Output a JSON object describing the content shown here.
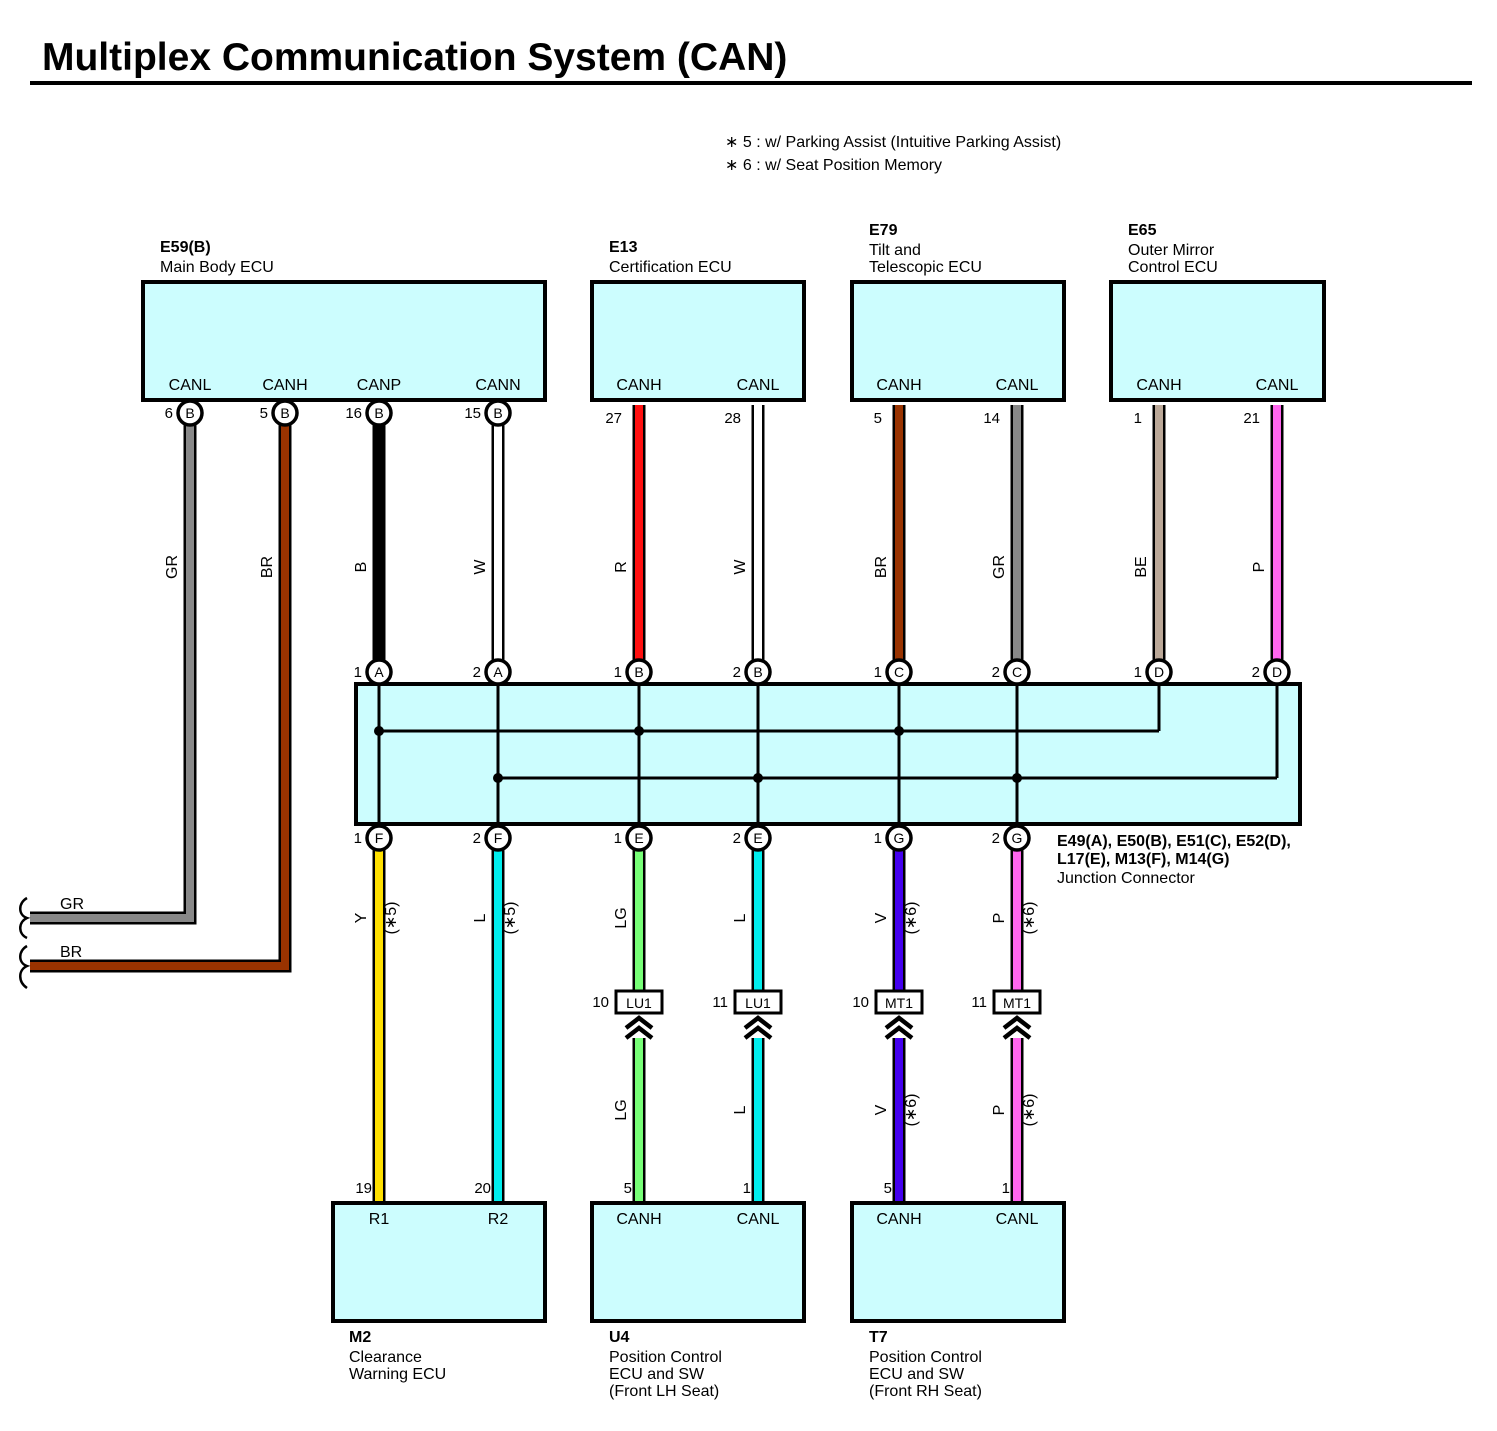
{
  "title": "Multiplex Communication System (CAN)",
  "notes": [
    "∗ 5 : w/ Parking Assist (Intuitive Parking Assist)",
    "∗ 6 : w/ Seat Position Memory"
  ],
  "colors": {
    "ecu_fill": "#ccfdfe",
    "GR": "#888888",
    "BR": "#993300",
    "B": "#000000",
    "W": "#ffffff",
    "R": "#ff1010",
    "BE": "#bba898",
    "P": "#ff66ee",
    "Y": "#ffe000",
    "L": "#00eeee",
    "LG": "#77ff77",
    "V": "#4400ee"
  },
  "ecus": {
    "e59": {
      "code": "E59(B)",
      "name1": "Main Body ECU",
      "name2": "",
      "name3": "",
      "terminals": [
        "CANL",
        "CANH",
        "CANP",
        "CANN"
      ]
    },
    "e13": {
      "code": "E13",
      "name1": "Certification ECU",
      "name2": "",
      "name3": "",
      "terminals": [
        "CANH",
        "CANL"
      ]
    },
    "e79": {
      "code": "E79",
      "name1": "Tilt and",
      "name2": "Telescopic ECU",
      "name3": "",
      "terminals": [
        "CANH",
        "CANL"
      ]
    },
    "e65": {
      "code": "E65",
      "name1": "Outer Mirror",
      "name2": "Control ECU",
      "name3": "",
      "terminals": [
        "CANH",
        "CANL"
      ]
    },
    "m2": {
      "code": "M2",
      "name1": "Clearance",
      "name2": "Warning ECU",
      "name3": "",
      "terminals": [
        "R1",
        "R2"
      ]
    },
    "u4": {
      "code": "U4",
      "name1": "Position Control",
      "name2": "ECU and SW",
      "name3": "(Front LH Seat)",
      "terminals": [
        "CANH",
        "CANL"
      ]
    },
    "t7": {
      "code": "T7",
      "name1": "Position Control",
      "name2": "ECU and SW",
      "name3": "(Front RH Seat)",
      "terminals": [
        "CANH",
        "CANL"
      ]
    }
  },
  "junction": {
    "line1": "E49(A), E50(B), E51(C), E52(D),",
    "line2": "L17(E), M13(F), M14(G)",
    "name": "Junction Connector"
  },
  "wires": [
    {
      "id": "w-e59-canl",
      "color": "GR",
      "label": "GR",
      "note": "",
      "pin_top": "6",
      "conn_top": "B",
      "pin_bot": "",
      "conn_bot": ""
    },
    {
      "id": "w-e59-canh",
      "color": "BR",
      "label": "BR",
      "note": "",
      "pin_top": "5",
      "conn_top": "B",
      "pin_bot": "",
      "conn_bot": ""
    },
    {
      "id": "w-e59-canp",
      "color": "B",
      "label": "B",
      "note": "",
      "pin_top": "16",
      "conn_top": "B",
      "pin_bot": "1",
      "conn_bot": "A"
    },
    {
      "id": "w-e59-cann",
      "color": "W",
      "label": "W",
      "note": "",
      "pin_top": "15",
      "conn_top": "B",
      "pin_bot": "2",
      "conn_bot": "A"
    },
    {
      "id": "w-e13-canh",
      "color": "R",
      "label": "R",
      "note": "",
      "pin_top": "27",
      "conn_top": "",
      "pin_bot": "1",
      "conn_bot": "B"
    },
    {
      "id": "w-e13-canl",
      "color": "W",
      "label": "W",
      "note": "",
      "pin_top": "28",
      "conn_top": "",
      "pin_bot": "2",
      "conn_bot": "B"
    },
    {
      "id": "w-e79-canh",
      "color": "BR",
      "label": "BR",
      "note": "",
      "pin_top": "5",
      "conn_top": "",
      "pin_bot": "1",
      "conn_bot": "C"
    },
    {
      "id": "w-e79-canl",
      "color": "GR",
      "label": "GR",
      "note": "",
      "pin_top": "14",
      "conn_top": "",
      "pin_bot": "2",
      "conn_bot": "C"
    },
    {
      "id": "w-e65-canh",
      "color": "BE",
      "label": "BE",
      "note": "",
      "pin_top": "1",
      "conn_top": "",
      "pin_bot": "1",
      "conn_bot": "D"
    },
    {
      "id": "w-e65-canl",
      "color": "P",
      "label": "P",
      "note": "",
      "pin_top": "21",
      "conn_top": "",
      "pin_bot": "2",
      "conn_bot": "D"
    },
    {
      "id": "w-m2-r1",
      "color": "Y",
      "label": "Y",
      "note": "(∗5)",
      "pin_top": "1",
      "conn_top": "F",
      "pin_bot": "19",
      "conn_bot": ""
    },
    {
      "id": "w-m2-r2",
      "color": "L",
      "label": "L",
      "note": "(∗5)",
      "pin_top": "2",
      "conn_top": "F",
      "pin_bot": "20",
      "conn_bot": ""
    },
    {
      "id": "w-u4-canh",
      "color": "LG",
      "label": "LG",
      "note": "",
      "pin_top": "1",
      "conn_top": "E",
      "pin_bot": "5",
      "conn_bot": ""
    },
    {
      "id": "w-u4-canl",
      "color": "L",
      "label": "L",
      "note": "",
      "pin_top": "2",
      "conn_top": "E",
      "pin_bot": "1",
      "conn_bot": ""
    },
    {
      "id": "w-t7-canh",
      "color": "V",
      "label": "V",
      "note": "(∗6)",
      "pin_top": "1",
      "conn_top": "G",
      "pin_bot": "5",
      "conn_bot": ""
    },
    {
      "id": "w-t7-canl",
      "color": "P",
      "label": "P",
      "note": "(∗6)",
      "pin_top": "2",
      "conn_top": "G",
      "pin_bot": "1",
      "conn_bot": ""
    }
  ],
  "inline": [
    {
      "id": "lu1-10",
      "name": "LU1",
      "pin": "10",
      "label_below": "LG",
      "note_below": ""
    },
    {
      "id": "lu1-11",
      "name": "LU1",
      "pin": "11",
      "label_below": "L",
      "note_below": ""
    },
    {
      "id": "mt1-10",
      "name": "MT1",
      "pin": "10",
      "label_below": "V",
      "note_below": "(∗6)"
    },
    {
      "id": "mt1-11",
      "name": "MT1",
      "pin": "11",
      "label_below": "P",
      "note_below": "(∗6)"
    }
  ],
  "exits": [
    {
      "id": "exit-gr",
      "label": "GR",
      "color": "GR"
    },
    {
      "id": "exit-br",
      "label": "BR",
      "color": "BR"
    }
  ]
}
